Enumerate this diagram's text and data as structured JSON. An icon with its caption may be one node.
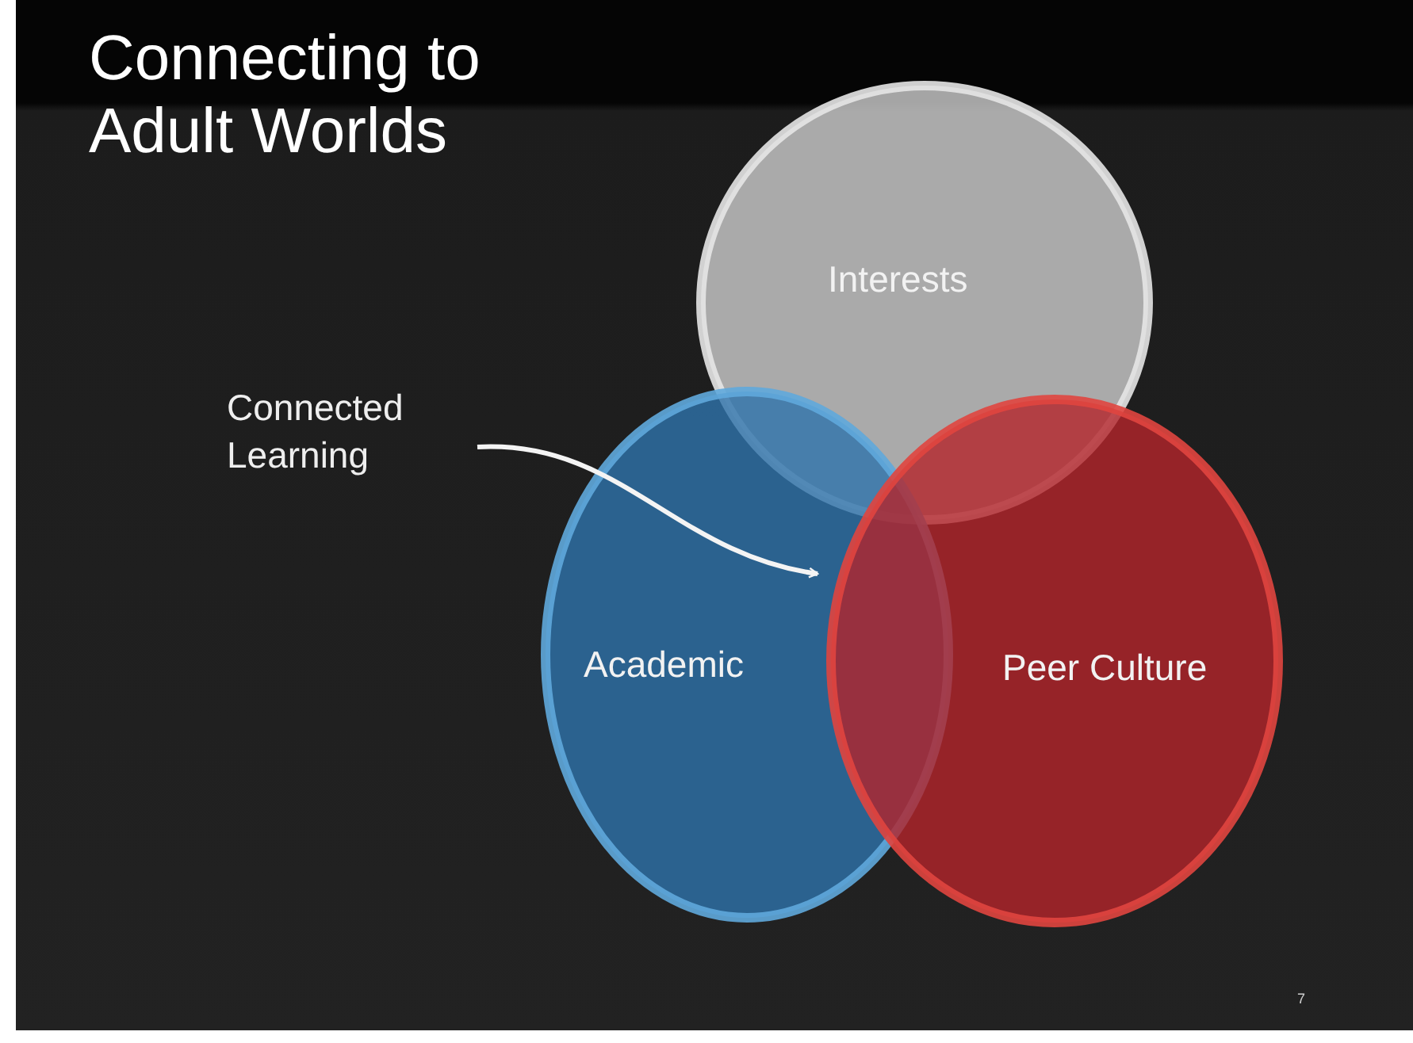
{
  "diagram": {
    "title": "Connecting to Adult Worlds",
    "nodes": [
      {
        "text": [
          "Interests"
        ]
      },
      {
        "text": [
          "Connected Learning"
        ]
      },
      {
        "text": [
          "Academic"
        ]
      },
      {
        "text": [
          "Peer Culture"
        ]
      }
    ],
    "edges": [
      {
        "from": 1,
        "to": 2,
        "arrow": "to"
      }
    ],
    "labels": [
      "7"
    ]
  }
}
